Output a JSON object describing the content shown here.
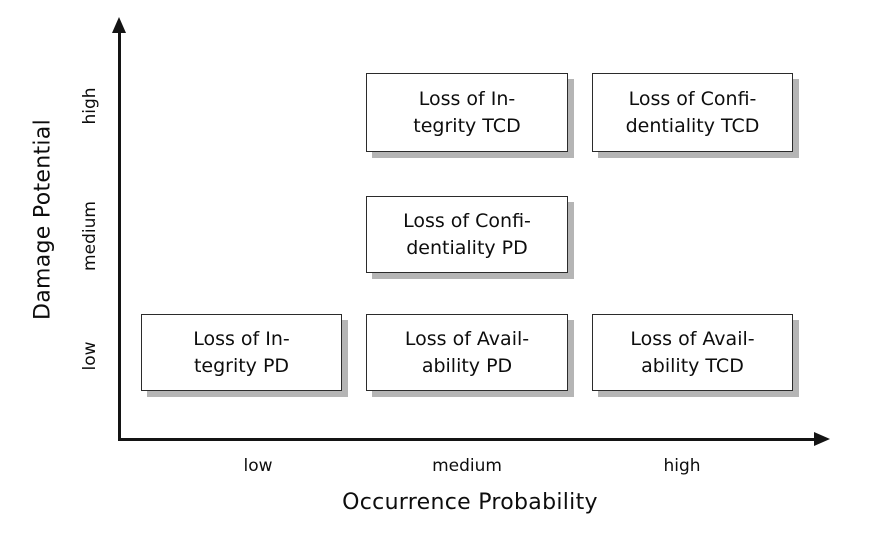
{
  "axes": {
    "y_title": "Damage Potential",
    "x_title": "Occurrence Probability",
    "y_ticks": [
      {
        "label": "high",
        "value": "high"
      },
      {
        "label": "medium",
        "value": "medium"
      },
      {
        "label": "low",
        "value": "low"
      }
    ],
    "x_ticks": [
      {
        "label": "low",
        "value": "low"
      },
      {
        "label": "medium",
        "value": "medium"
      },
      {
        "label": "high",
        "value": "high"
      }
    ]
  },
  "colors": {
    "axis": "#141414",
    "box_border": "#2b2b2b",
    "box_fill": "#ffffff",
    "box_shadow": "#b5b5b5",
    "text": "#0d0d0d",
    "background": "#ffffff"
  },
  "cells": [
    {
      "id": "loss-of-integrity-tcd",
      "line1": "Loss of In-",
      "line2": "tegrity TCD",
      "occurrence_probability": "medium",
      "damage_potential": "high"
    },
    {
      "id": "loss-of-confidentiality-tcd",
      "line1": "Loss of Confi-",
      "line2": "dentiality TCD",
      "occurrence_probability": "high",
      "damage_potential": "high"
    },
    {
      "id": "loss-of-confidentiality-pd",
      "line1": "Loss of Confi-",
      "line2": "dentiality PD",
      "occurrence_probability": "medium",
      "damage_potential": "medium"
    },
    {
      "id": "loss-of-integrity-pd",
      "line1": "Loss of In-",
      "line2": "tegrity PD",
      "occurrence_probability": "low",
      "damage_potential": "low"
    },
    {
      "id": "loss-of-availability-pd",
      "line1": "Loss of Avail-",
      "line2": "ability PD",
      "occurrence_probability": "medium",
      "damage_potential": "low"
    },
    {
      "id": "loss-of-availability-tcd",
      "line1": "Loss of Avail-",
      "line2": "ability TCD",
      "occurrence_probability": "high",
      "damage_potential": "low"
    }
  ],
  "chart_data": {
    "type": "table",
    "title": "",
    "xlabel": "Occurrence Probability",
    "ylabel": "Damage Potential",
    "x_categories": [
      "low",
      "medium",
      "high"
    ],
    "y_categories": [
      "low",
      "medium",
      "high"
    ],
    "grid": false,
    "legend": "none",
    "points": [
      {
        "x": "medium",
        "y": "high",
        "label": "Loss of Integrity TCD"
      },
      {
        "x": "high",
        "y": "high",
        "label": "Loss of Confidentiality TCD"
      },
      {
        "x": "medium",
        "y": "medium",
        "label": "Loss of Confidentiality PD"
      },
      {
        "x": "low",
        "y": "low",
        "label": "Loss of Integrity PD"
      },
      {
        "x": "medium",
        "y": "low",
        "label": "Loss of Availability PD"
      },
      {
        "x": "high",
        "y": "low",
        "label": "Loss of Availability TCD"
      }
    ]
  }
}
